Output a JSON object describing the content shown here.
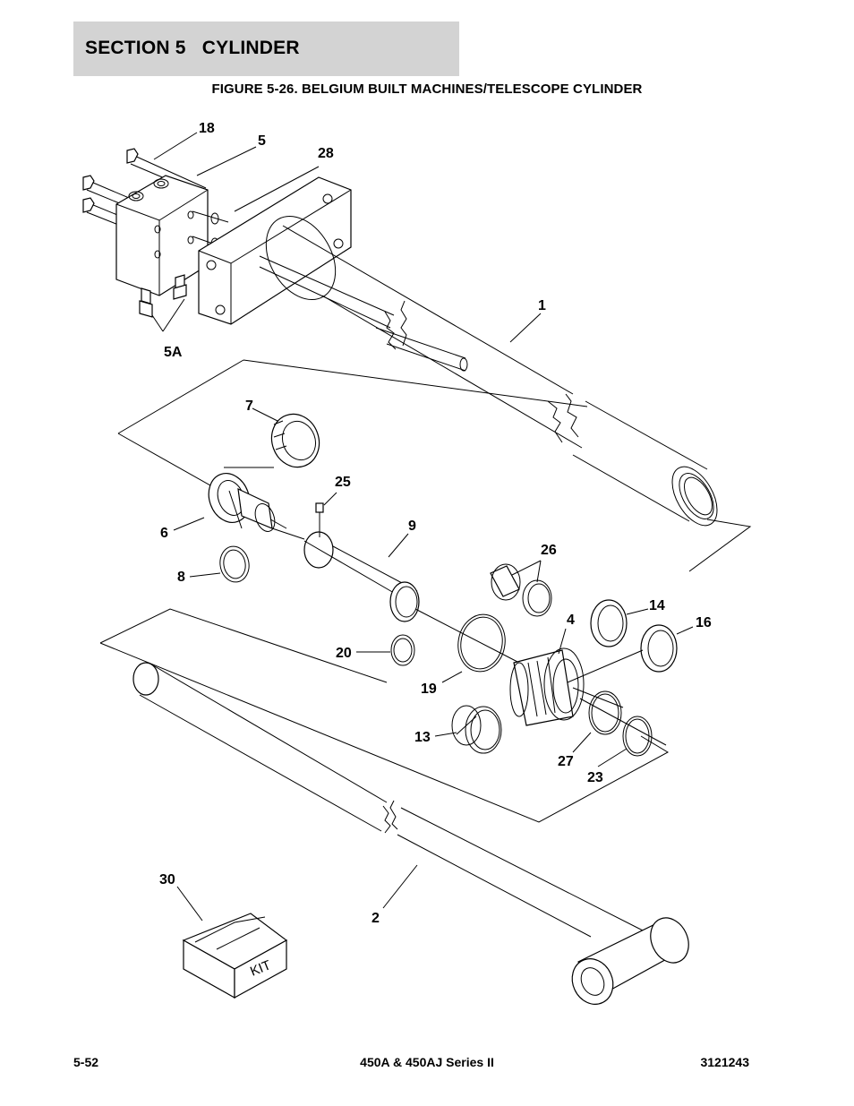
{
  "header": {
    "section_title": "SECTION 5   CYLINDER"
  },
  "figure": {
    "title": "FIGURE 5-26. BELGIUM BUILT MACHINES/TELESCOPE CYLINDER",
    "callouts": [
      "18",
      "5",
      "28",
      "1",
      "5A",
      "7",
      "25",
      "9",
      "6",
      "26",
      "8",
      "4",
      "14",
      "16",
      "20",
      "19",
      "13",
      "27",
      "23",
      "30",
      "2"
    ],
    "kit_label": "KIT"
  },
  "footer": {
    "page_number": "5-52",
    "model": "450A & 450AJ Series II",
    "doc_number": "3121243"
  }
}
